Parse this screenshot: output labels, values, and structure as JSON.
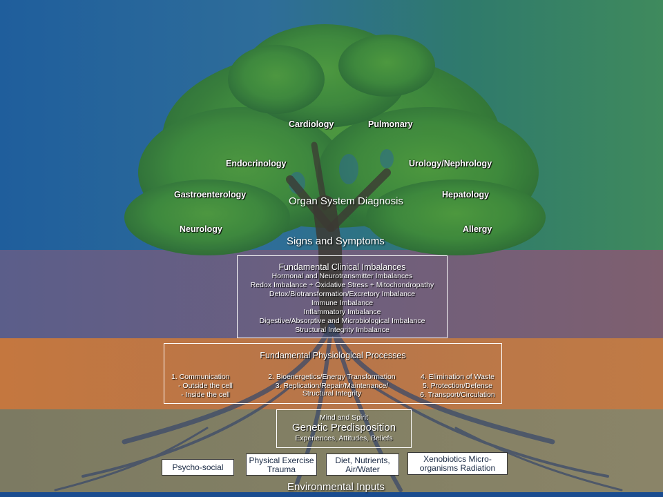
{
  "labels": {
    "cardiology": "Cardiology",
    "pulmonary": "Pulmonary",
    "endocrinology": "Endocrinology",
    "urology": "Urology/Nephrology",
    "gastro": "Gastroenterology",
    "hepatology": "Hepatology",
    "neurology": "Neurology",
    "allergy": "Allergy",
    "organ_system": "Organ System Diagnosis",
    "signs": "Signs and Symptoms"
  },
  "clinical": {
    "title": "Fundamental Clinical Imbalances",
    "items": [
      "Hormonal and Neurotransmitter Imbalances",
      "Redox Imbalance + Oxidative Stress + Mitochondropathy",
      "Detox/Biotransformation/Excretory Imbalance",
      "Immune Imbalance",
      "Inflammatory Imbalance",
      "Digestive/Absorptive and Microbiological Imbalance",
      "Structural Integrity Imbalance"
    ]
  },
  "physiological": {
    "title": "Fundamental Physiological Processes",
    "left": [
      "1. Communication",
      "- Outside the cell",
      "- Inside the cell"
    ],
    "middle": [
      "2. Bioenergetics/Energy Transformation",
      "3. Replication/Repair/Maintenance/",
      "Structural Integrity"
    ],
    "right": [
      "4. Elimination of Waste",
      "5. Protection/Defense",
      "6. Transport/Circulation"
    ]
  },
  "genetic": {
    "top": "Mind and Spirit",
    "title": "Genetic Predisposition",
    "bottom": "Experiences, Attitudes, Beliefs"
  },
  "inputs": {
    "psycho": "Psycho-social",
    "exercise": [
      "Physical Exercise",
      "Trauma"
    ],
    "diet": [
      "Diet, Nutrients,",
      "Air/Water"
    ],
    "xeno": [
      "Xenobiotics Micro-",
      "organisms Radiation"
    ]
  },
  "footer": "Environmental Inputs"
}
